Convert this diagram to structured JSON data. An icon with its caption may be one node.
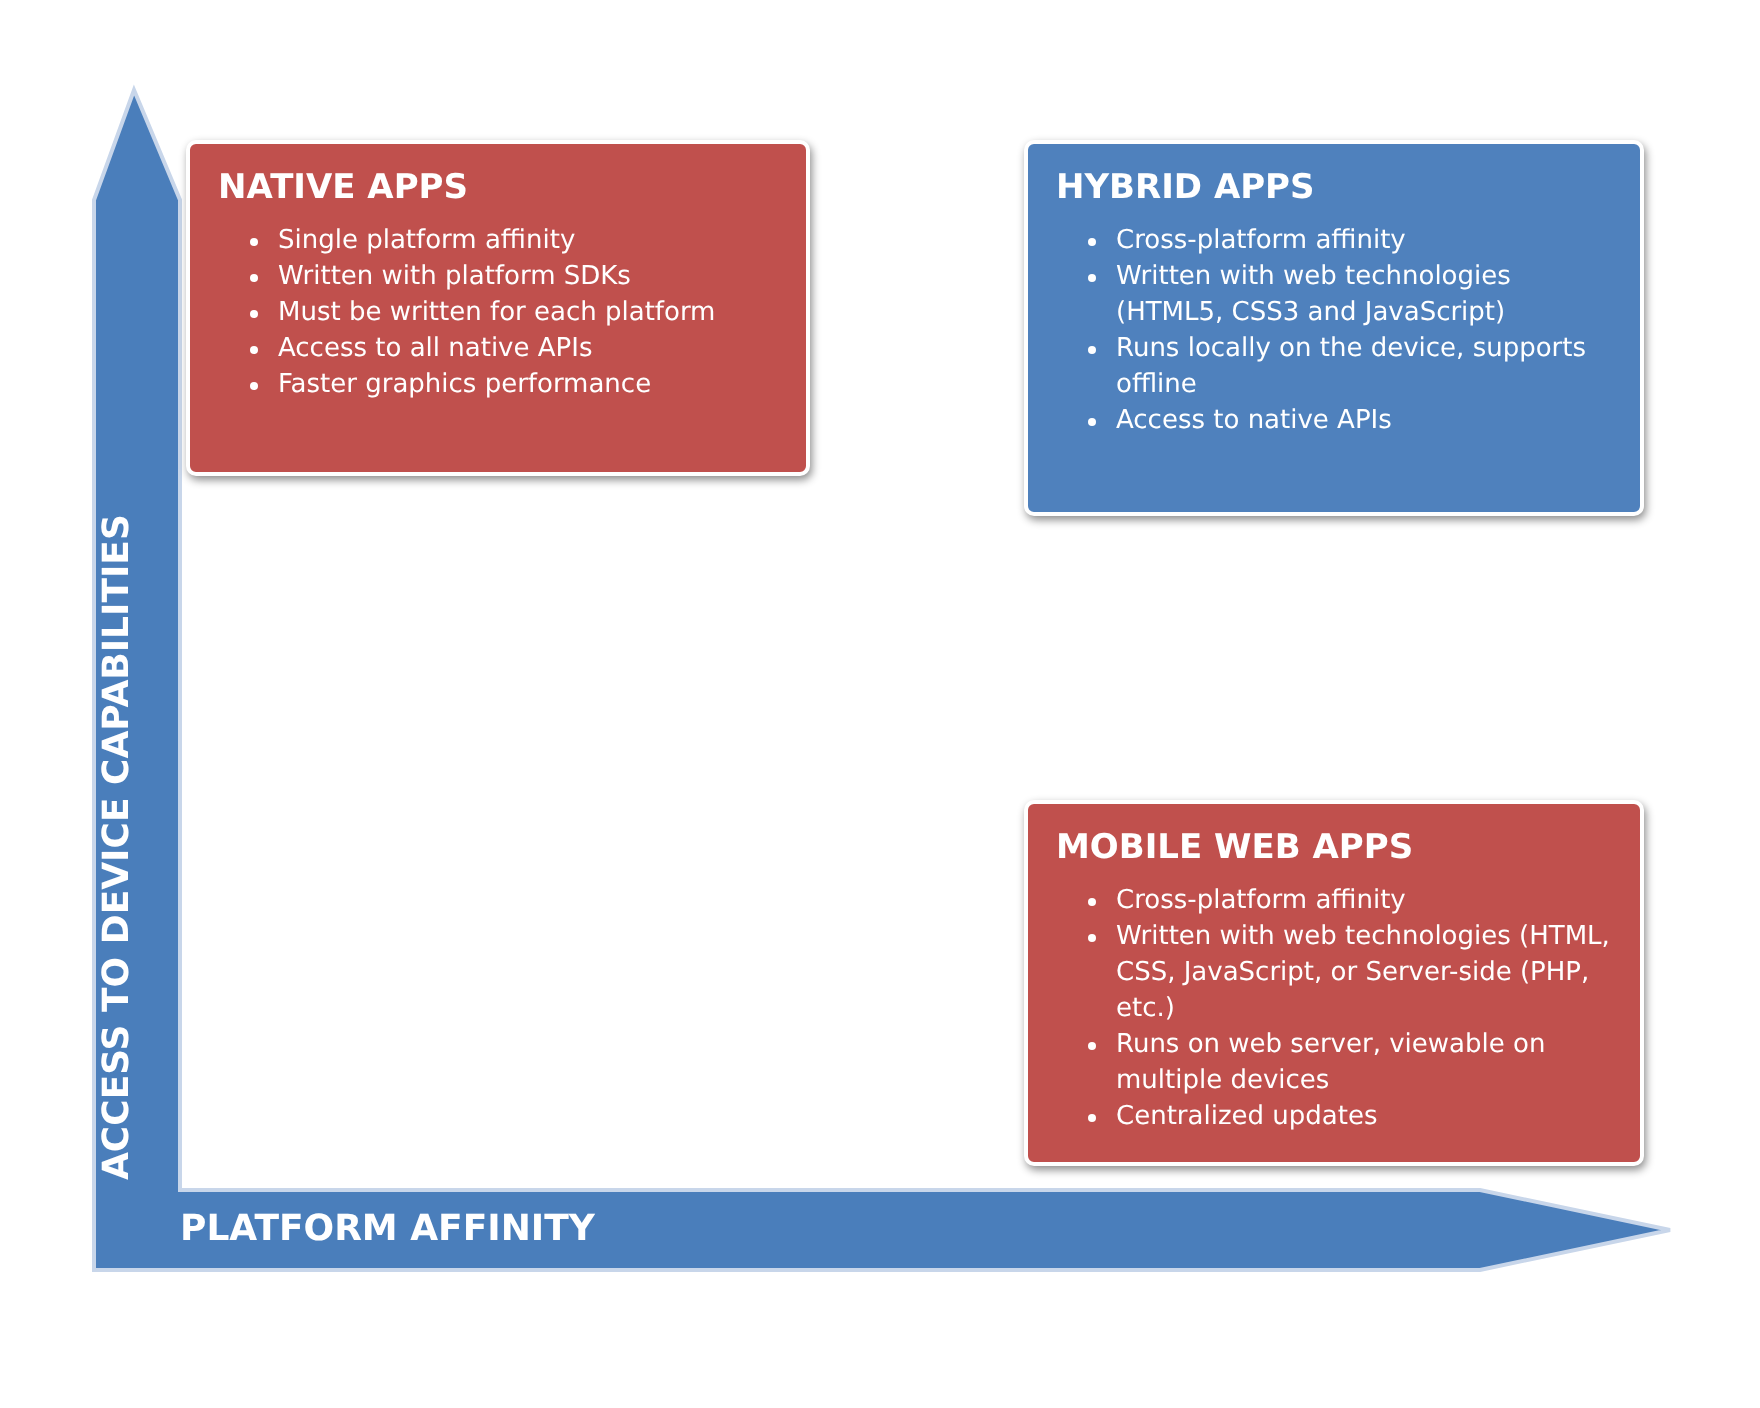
{
  "diagram": {
    "nodes": [
      {
        "text": [
          "NATIVE APPS",
          "Single platform affinity",
          "Written with platform SDKs",
          "Must be written for each platform",
          "Access to all native APIs",
          "Faster graphics performance"
        ]
      },
      {
        "text": [
          "HYBRID APPS",
          "Cross-platform affinity",
          "Written with web technologies (HTML5, CSS3 and JavaScript)",
          "Runs locally on the device, supports offline",
          "Access to native APIs"
        ]
      },
      {
        "text": [
          "MOBILE WEB APPS",
          "Cross-platform affinity",
          "Written with web technologies (HTML, CSS, JavaScript, or Server-side (PHP, etc.)",
          "Runs on web server, viewable on multiple devices",
          "Centralized updates"
        ]
      }
    ],
    "edges": [],
    "labels": [
      "ACCESS TO DEVICE CAPABILITIES",
      "PLATFORM AFFINITY"
    ]
  }
}
